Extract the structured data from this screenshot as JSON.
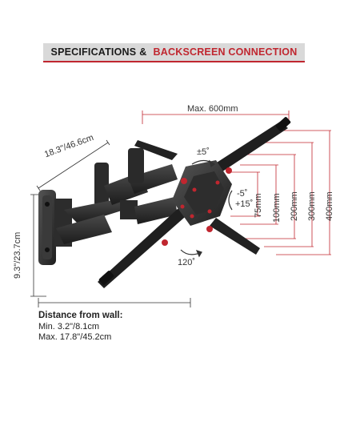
{
  "header": {
    "title_part1": "SPECIFICATIONS",
    "title_amp": "&",
    "title_part2": "BACKSCREEN CONNECTION"
  },
  "dimensions": {
    "max_width": "Max. 600mm",
    "arm_length": "18.3\"/46.6cm",
    "plate_height": "9.3\"/23.7cm",
    "vesa_75": "75mm",
    "vesa_100": "100mm",
    "vesa_200": "200mm",
    "vesa_300": "300mm",
    "vesa_400": "400mm"
  },
  "angles": {
    "rotate": "±5˚",
    "tilt_up": "-5˚",
    "tilt_down": "+15˚",
    "swivel": "120˚"
  },
  "distance": {
    "title": "Distance from wall:",
    "min": "Min. 3.2\"/8.1cm",
    "max": "Max. 17.8\"/45.2cm"
  },
  "colors": {
    "accent": "#c0262f",
    "banner_bg": "#d9d9d9",
    "mount_dark": "#2a2a2a"
  }
}
